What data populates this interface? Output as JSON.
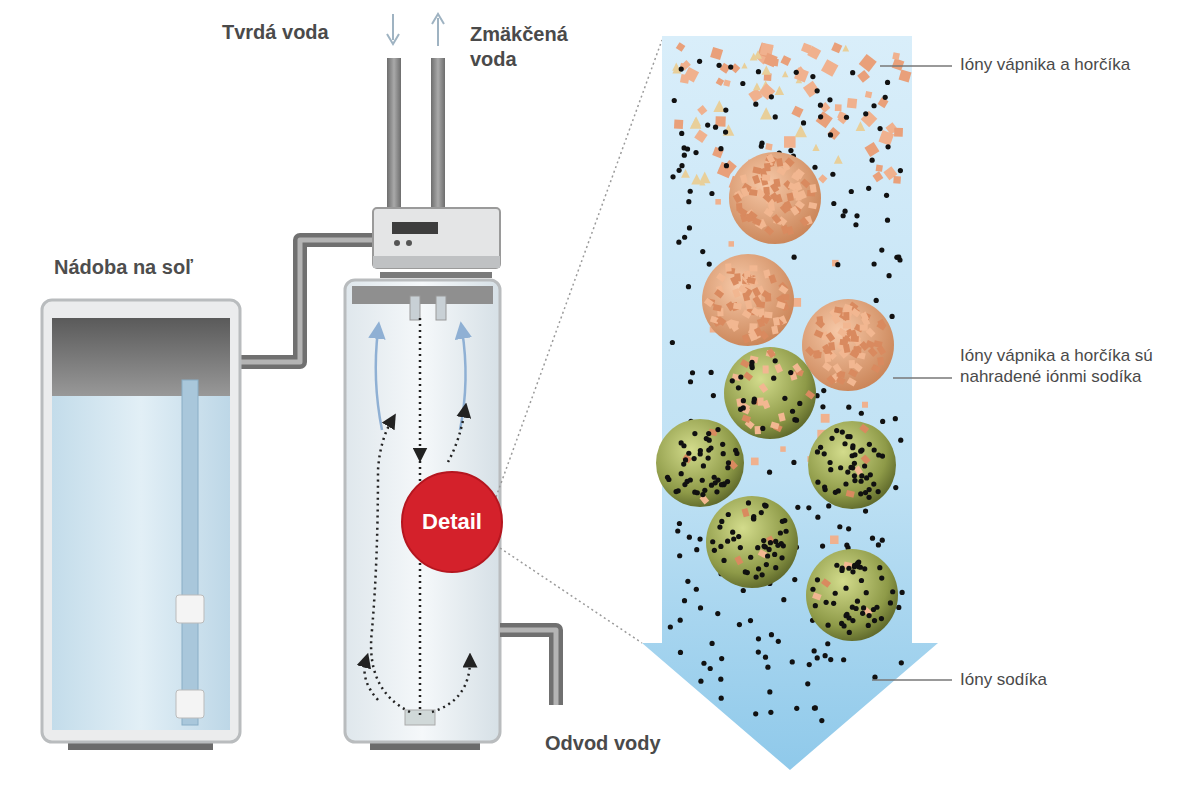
{
  "diagram": {
    "nodes": [
      {
        "text": [
          "Nádoba na soľ"
        ]
      },
      {
        "text": [
          "Detail"
        ]
      }
    ],
    "labels": [
      "Tvrdá voda",
      "Zmäkčená voda",
      "Odvod vody",
      "Ióny vápnika a horčíka",
      "Ióny vápnika a horčíka sú nahradené iónmi sodíka",
      "Ióny sodíka"
    ]
  }
}
